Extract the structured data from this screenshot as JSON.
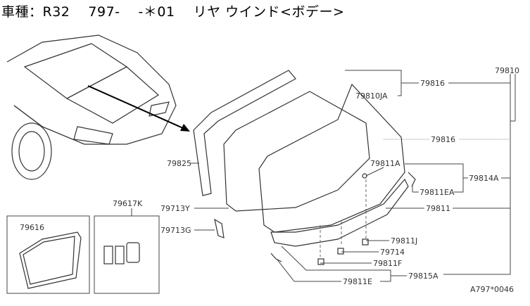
{
  "header": {
    "model_label": "車種：R32",
    "section_code": "797-",
    "variant_code": "-＊01",
    "section_name": "リヤ ウインド<ボデー>"
  },
  "callouts": {
    "p79810": "79810",
    "p79816_top": "79816",
    "p79810JA": "79810JA",
    "p79816_mid": "79816",
    "p79811A": "79811A",
    "p79814A": "79814A",
    "p79811EA": "79811EA",
    "p79811": "79811",
    "p79811J": "79811J",
    "p79714": "79714",
    "p79811F": "79811F",
    "p79815A": "79815A",
    "p79811E": "79811E",
    "p79825": "79825",
    "p79713Y": "79713Y",
    "p79713G": "79713G",
    "p79617K": "79617K",
    "p79616": "79616"
  },
  "diagram_code": "A797*0046"
}
